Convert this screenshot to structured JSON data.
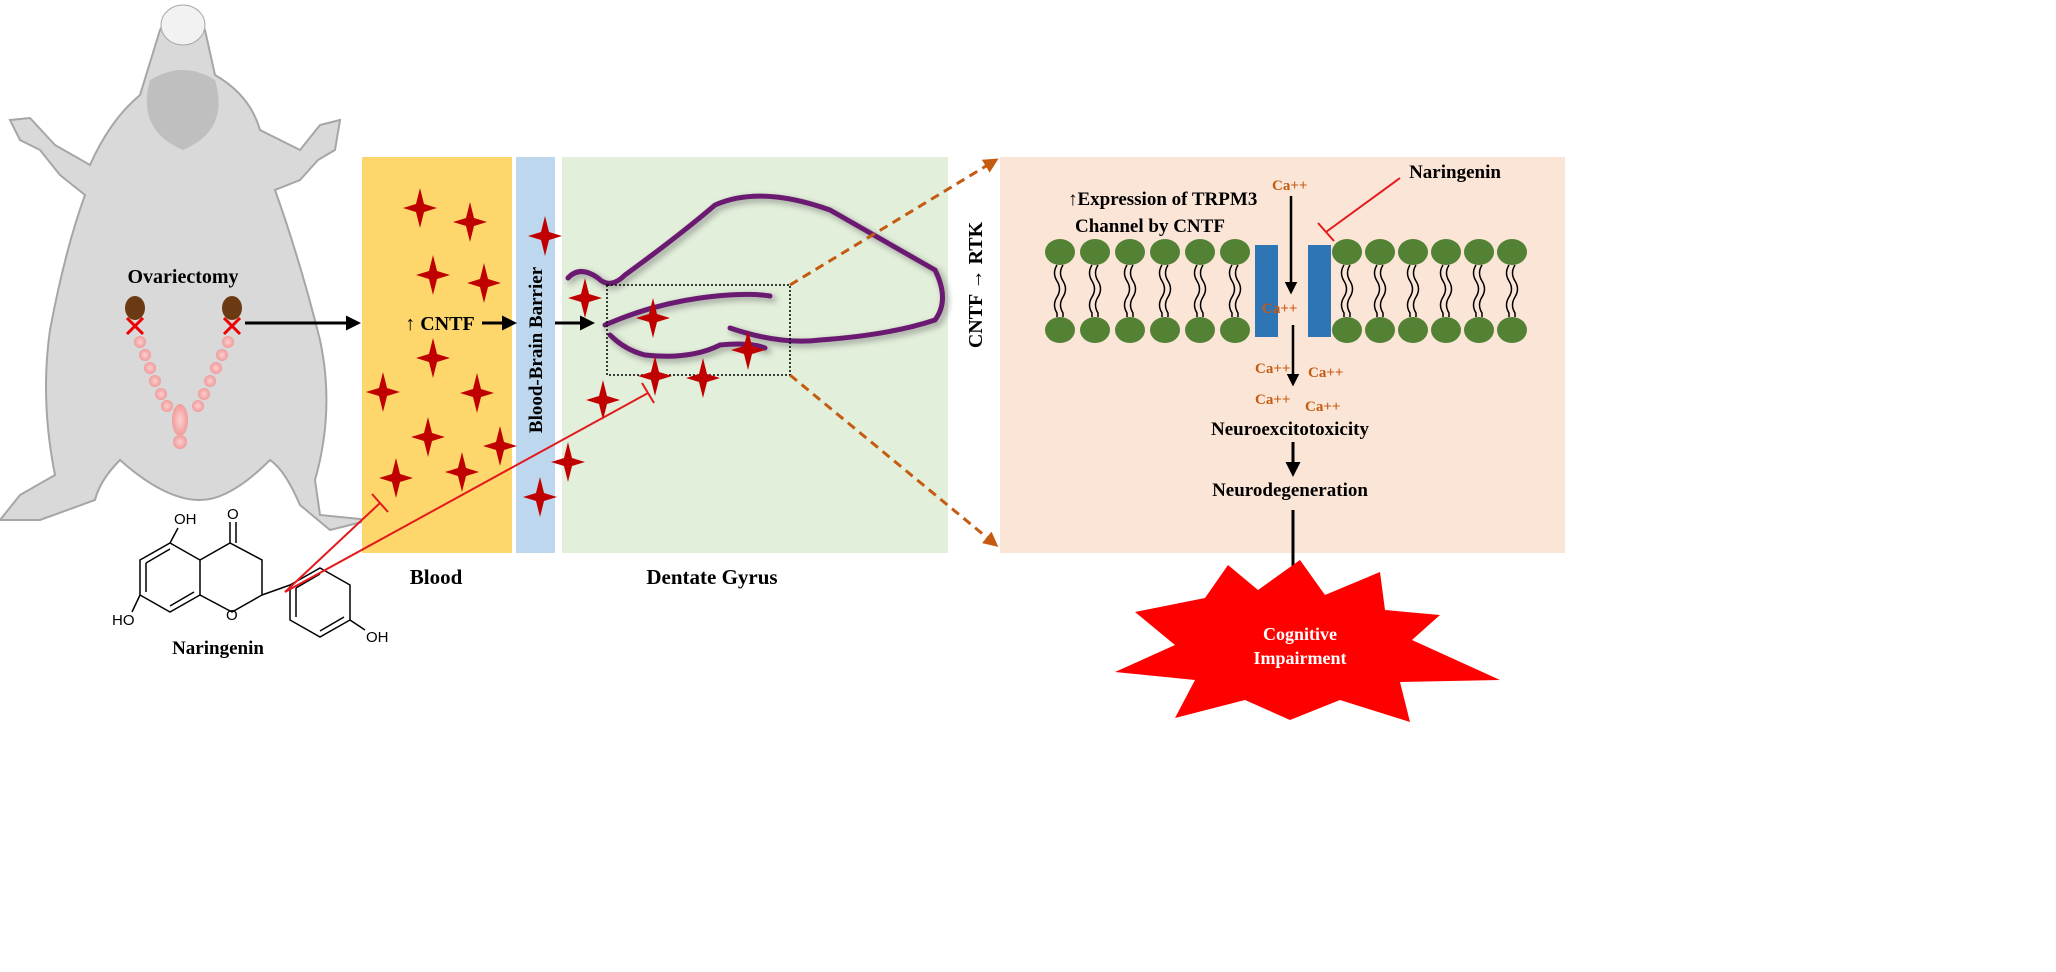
{
  "labels": {
    "ovariectomy": "Ovariectomy",
    "cntf_up": "↑ CNTF",
    "bbb": "Blood-Brain Barrier",
    "blood": "Blood",
    "dentate_gyrus": "Dentate Gyrus",
    "cntf_rtk": "CNTF  →  RTK",
    "expression_line1": "↑Expression  of TRPM3",
    "expression_line2": "Channel by CNTF",
    "naringenin_right": "Naringenin",
    "naringenin_left": "Naringenin",
    "neuroexcitotoxicity": "Neuroexcitotoxicity",
    "neurodegeneration": "Neurodegeneration",
    "cognitive_line1": "Cognitive",
    "cognitive_line2": "Impairment",
    "calcium": "Ca++"
  },
  "chemistry": {
    "o_top": "OH",
    "o_ketone": "O",
    "ho_left": "HO",
    "o_ring": "O",
    "oh_right": "OH"
  },
  "colors": {
    "blood": "#fdd76b",
    "bbb": "#bdd7ee",
    "dentate": "#e2efda",
    "zoom_panel": "#fbe5d6",
    "cntf_star": "#c00000",
    "hippocampus": "#6b1a72",
    "lipid_head": "#548235",
    "channel": "#2e75b6",
    "calcium": "#c55a11",
    "inhibition": "#e31a1c",
    "burst": "#ff0000"
  }
}
